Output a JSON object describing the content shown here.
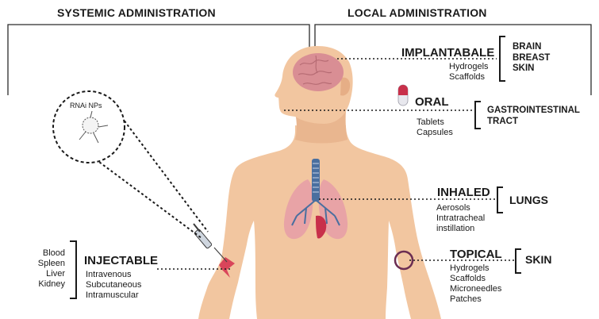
{
  "headers": {
    "systemic": "SYSTEMIC ADMINISTRATION",
    "local": "LOCAL ADMINISTRATION"
  },
  "nanoparticle_label": "RNAi NPs",
  "routes": {
    "implantable": {
      "title": "IMPLANTABALE",
      "forms": [
        "Hydrogels",
        "Scaffolds"
      ],
      "targets": [
        "BRAIN",
        "BREAST",
        "SKIN"
      ]
    },
    "oral": {
      "title": "ORAL",
      "forms": [
        "Tablets",
        "Capsules"
      ],
      "targets": [
        "GASTROINTESTINAL",
        "TRACT"
      ]
    },
    "inhaled": {
      "title": "INHALED",
      "forms": [
        "Aerosols",
        "Intratracheal",
        "instillation"
      ],
      "targets": [
        "LUNGS"
      ]
    },
    "topical": {
      "title": "TOPICAL",
      "forms": [
        "Hydrogels",
        "Scaffolds",
        "Microneedles",
        "Patches"
      ],
      "targets": [
        "SKIN"
      ]
    },
    "injectable": {
      "title": "INJECTABLE",
      "forms": [
        "Intravenous",
        "Subcutaneous",
        "Intramuscular"
      ],
      "targets": [
        "Blood",
        "Spleen",
        "Liver",
        "Kidney"
      ]
    }
  },
  "colors": {
    "skin": "#f2c6a0",
    "skin_shadow": "#e6ae86",
    "brain": "#d98e94",
    "lung": "#e8a3a6",
    "trachea": "#4a6f9f",
    "frame": "#2b2b2b",
    "capsule_top": "#c8304a"
  }
}
